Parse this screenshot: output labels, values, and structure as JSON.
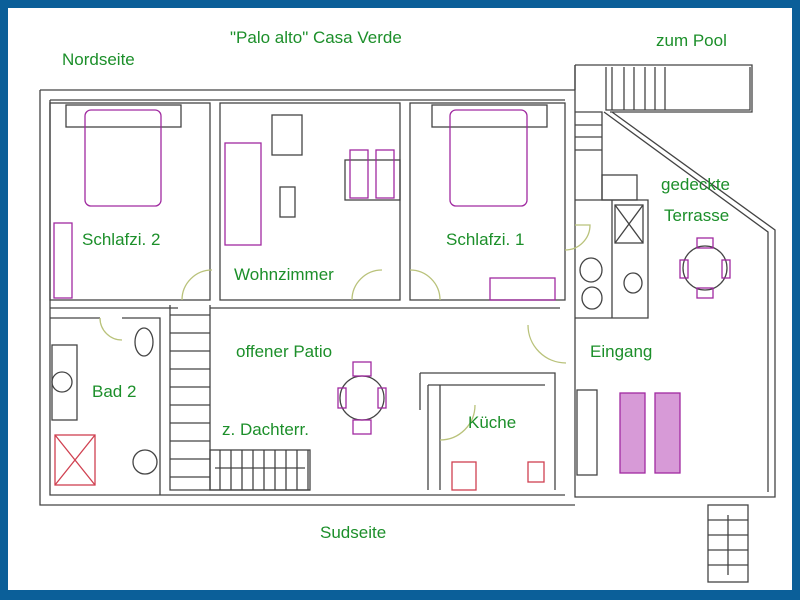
{
  "title": "\"Palo alto\"  Casa Verde",
  "labels": {
    "north": "Nordseite",
    "south": "Sudseite",
    "pool": "zum Pool",
    "bedroom2": "Schlafzi. 2",
    "living": "Wohnzimmer",
    "bedroom1": "Schlafzi. 1",
    "terrace_line1": "gedeckte",
    "terrace_line2": "Terrasse",
    "patio": "offener Patio",
    "entrance": "Eingang",
    "bath2": "Bad 2",
    "roof_stairs": "z. Dachterr.",
    "kitchen": "Küche"
  },
  "colors": {
    "frame": "#0b5f99",
    "label": "#1c8f2a",
    "wall": "#444444",
    "furniture": "#a02aa0"
  }
}
